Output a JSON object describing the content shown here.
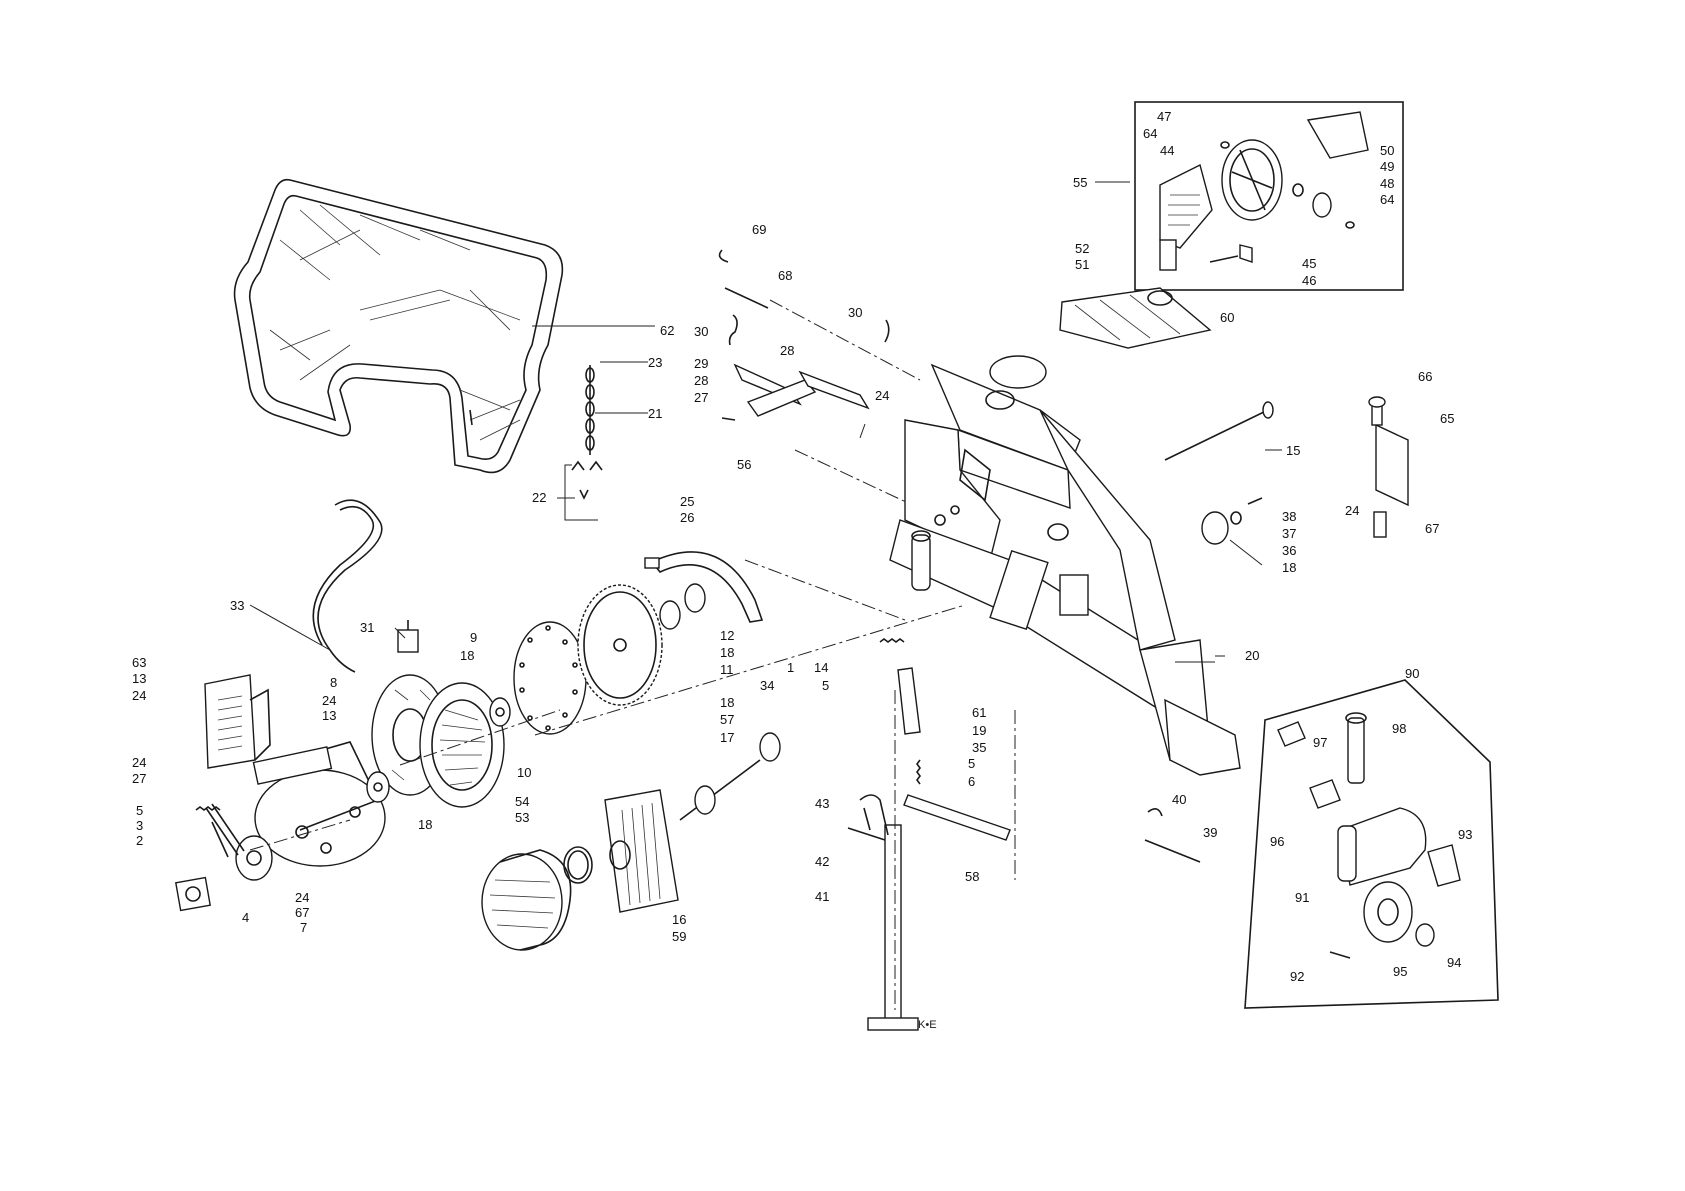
{
  "diagram": {
    "maker_mark": "K•E",
    "callouts": {
      "c1": "1",
      "c2": "2",
      "c3": "3",
      "c4": "4",
      "c5a": "5",
      "c5b": "5",
      "c5c": "5",
      "c6": "6",
      "c7": "7",
      "c8": "8",
      "c9": "9",
      "c10": "10",
      "c11": "11",
      "c12": "12",
      "c13a": "13",
      "c13b": "13",
      "c14": "14",
      "c15": "15",
      "c16": "16",
      "c17": "17",
      "c18a": "18",
      "c18b": "18",
      "c18c": "18",
      "c18d": "18",
      "c18e": "18",
      "c19": "19",
      "c20": "20",
      "c21": "21",
      "c22": "22",
      "c23": "23",
      "c24a": "24",
      "c24b": "24",
      "c24c": "24",
      "c24d": "24",
      "c24e": "24",
      "c24f": "24",
      "c25": "25",
      "c26": "26",
      "c27a": "27",
      "c27b": "27",
      "c28a": "28",
      "c28b": "28",
      "c29": "29",
      "c30a": "30",
      "c30b": "30",
      "c31": "31",
      "c33": "33",
      "c34": "34",
      "c35": "35",
      "c36": "36",
      "c37": "37",
      "c38": "38",
      "c39": "39",
      "c40": "40",
      "c41": "41",
      "c42": "42",
      "c43": "43",
      "c44": "44",
      "c45": "45",
      "c46": "46",
      "c47": "47",
      "c48": "48",
      "c49": "49",
      "c50": "50",
      "c51": "51",
      "c52": "52",
      "c53": "53",
      "c54": "54",
      "c55": "55",
      "c56": "56",
      "c57": "57",
      "c58": "58",
      "c59": "59",
      "c60": "60",
      "c61": "61",
      "c62": "62",
      "c63": "63",
      "c64a": "64",
      "c64b": "64",
      "c65": "65",
      "c66": "66",
      "c67a": "67",
      "c67b": "67",
      "c68": "68",
      "c69": "69",
      "c90": "90",
      "c91": "91",
      "c92": "92",
      "c93": "93",
      "c94": "94",
      "c95": "95",
      "c96": "96",
      "c97": "97",
      "c98": "98"
    }
  }
}
